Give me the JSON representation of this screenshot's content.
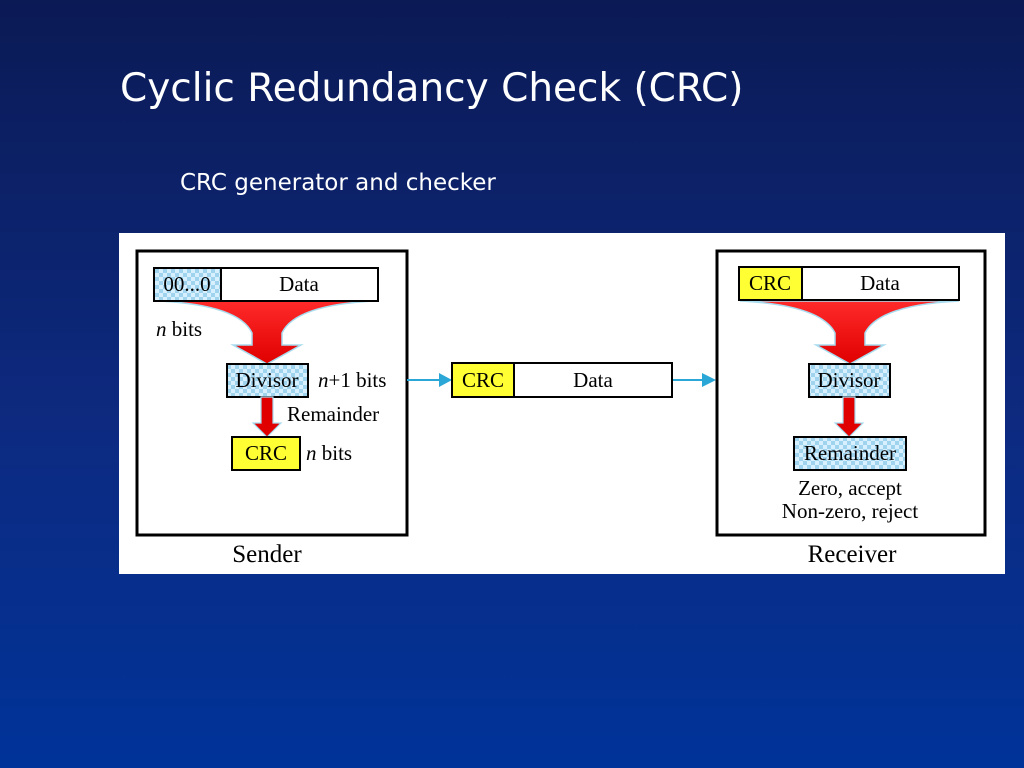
{
  "slide": {
    "title": "Cyclic Redundancy Check (CRC)",
    "subtitle": "CRC generator and checker"
  },
  "diagram": {
    "sender": {
      "caption": "Sender",
      "zeros_field": "00...0",
      "data_field": "Data",
      "n_bits_var": "n",
      "n_bits_unit": " bits",
      "divisor_label": "Divisor",
      "n_plus_one_var": "n",
      "n_plus_one_unit": "+1 bits",
      "remainder_label": "Remainder",
      "crc_field": "CRC",
      "crc_bits_var": "n",
      "crc_bits_unit": " bits"
    },
    "transmitted": {
      "crc_field": "CRC",
      "data_field": "Data"
    },
    "receiver": {
      "caption": "Receiver",
      "crc_field": "CRC",
      "data_field": "Data",
      "divisor_label": "Divisor",
      "remainder_label": "Remainder",
      "result_accept": "Zero, accept",
      "result_reject": "Non-zero, reject"
    },
    "colors": {
      "crc_fill": "#ffff33",
      "check_light": "#d6f0ff",
      "check_dark": "#9fd3ee",
      "funnel": "#ff1a1a",
      "connector": "#2aa7d6"
    }
  }
}
